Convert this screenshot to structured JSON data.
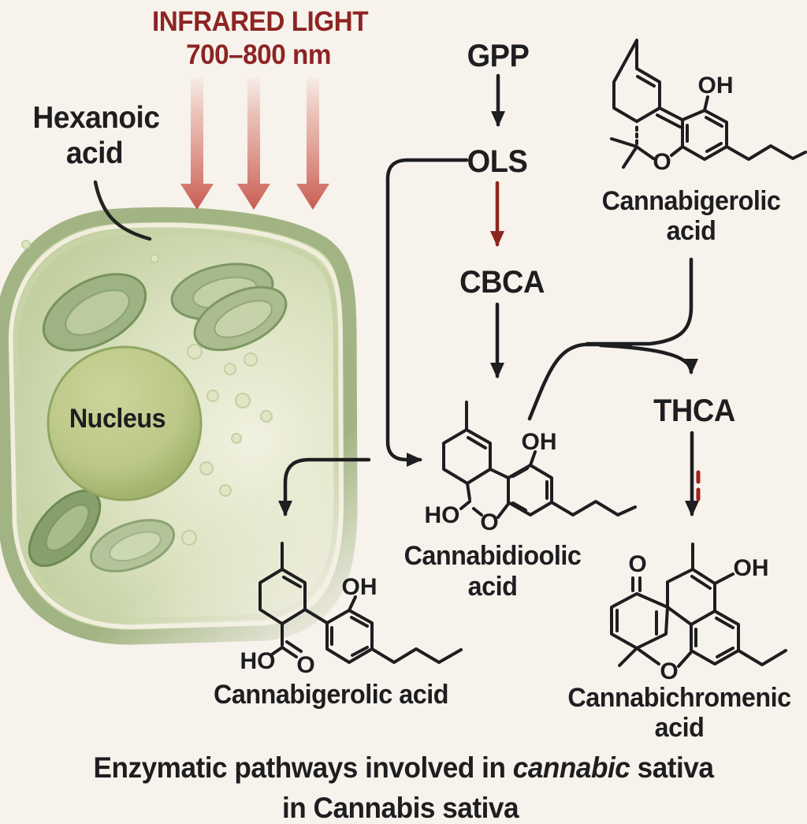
{
  "background": "#f7f2ec",
  "ink": "#1e1e20",
  "infrared": {
    "title": "INFRARED LIGHT",
    "range": "700–800 nm",
    "text_color": "#8d2423",
    "arrow_color": "#c85a4f",
    "arrow_count": 3
  },
  "hexanoic": {
    "line1": "Hexanoic",
    "line2": "acid"
  },
  "cell": {
    "nucleus": "Nucleus",
    "wall_color": "#a2b483",
    "cytoplasm_color": "#dbe2c0",
    "nucleus_color": "#b4c283",
    "chloroplast_color": "#9eb383"
  },
  "pathway": {
    "gpp": "GPP",
    "ols": "OLS",
    "cbca": "CBCA",
    "thca": "THCA",
    "red_arrow_color": "#8e261d"
  },
  "molecules": {
    "cbga_top": {
      "line1": "Cannabigerolic",
      "line2": "acid",
      "oh": "OH",
      "o": "O"
    },
    "cbda_center": {
      "line1": "Cannabidioolic",
      "line2": "acid",
      "oh": "OH",
      "ho": "HO",
      "o": "O"
    },
    "cbga_bottom": {
      "name": "Cannabigerolic acid",
      "oh": "OH",
      "ho": "HO",
      "o": "O"
    },
    "cbc_bottom": {
      "line1": "Cannabichromenic",
      "line2": "acid",
      "o_ketone": "O",
      "oh": "OH",
      "o_ring": "O"
    }
  },
  "caption": {
    "prefix": "Enzymatic pathways involved in ",
    "italic": "cannabic",
    "suffix": " sativa",
    "line2": "in Cannabis sativa"
  }
}
